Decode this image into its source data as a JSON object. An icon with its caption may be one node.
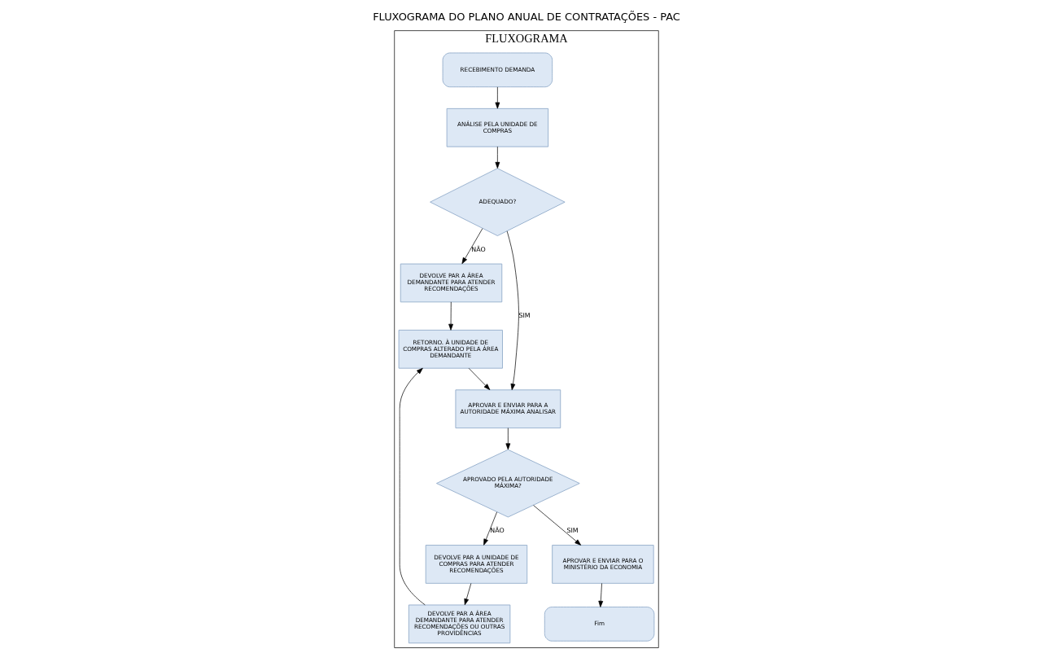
{
  "diagram": {
    "title": "FLUXOGRAMA DO PLANO ANUAL DE CONTRATAÇÕES - PAC",
    "nodes": [
      {
        "text": [
          "FLUXOGRAMA"
        ]
      },
      {
        "text": [
          "RECEBIMENTO DEMANDA"
        ],
        "in": 0
      },
      {
        "text": [
          "ANÁLISE PELA UNIDADE DE COMPRAS"
        ],
        "in": 0
      },
      {
        "text": [
          "ADEQUADO?"
        ],
        "in": 0
      },
      {
        "text": [
          "DEVOLVE PAR A ÁREA DEMANDANTE PARA ATENDER RECOMENDAÇÕES"
        ],
        "in": 0
      },
      {
        "text": [
          "RETORNO. À UNIDADE DE COMPRAS ALTERADO PELA ÁREA DEMANDANTE"
        ],
        "in": 0
      },
      {
        "text": [
          "APROVAR E ENVIAR PARA A AUTORIDADE MÁXIMA ANALISAR"
        ],
        "in": 0
      },
      {
        "text": [
          "APROVADO PELA AUTORIDADE MÁXIMA?"
        ],
        "in": 0
      },
      {
        "text": [
          "DEVOLVE PAR A UNIDADE DE COMPRAS PARA ATENDER RECOMENDAÇÕES"
        ],
        "in": 0
      },
      {
        "text": [
          "DEVOLVE PAR A ÁREA DEMANDANTE PARA ATENDER RECOMENDAÇÕES OU OUTRAS PROVIDÊNCIAS"
        ],
        "in": 0
      },
      {
        "text": [
          "APROVAR E ENVIAR PARA O MINISTÉRIO DA ECONOMIA"
        ],
        "in": 0
      },
      {
        "text": [
          "Fim"
        ],
        "in": 0
      }
    ],
    "edges": [
      {
        "from": 1,
        "to": 2,
        "arrow": "to"
      },
      {
        "from": 2,
        "to": 3,
        "arrow": "to"
      },
      {
        "from": 3,
        "to": 6,
        "arrow": "to",
        "label": "SIM"
      },
      {
        "from": 3,
        "to": 4,
        "arrow": "to",
        "label": "NÃO"
      },
      {
        "from": 4,
        "to": 5,
        "arrow": "to"
      },
      {
        "from": 5,
        "to": 6,
        "arrow": "to"
      },
      {
        "from": 6,
        "to": 7,
        "arrow": "to"
      },
      {
        "from": 7,
        "to": 8,
        "arrow": "to",
        "label": "NÃO"
      },
      {
        "from": 7,
        "to": 10,
        "arrow": "to",
        "label": "SIM"
      },
      {
        "from": 8,
        "to": 9,
        "arrow": "to"
      },
      {
        "from": 9,
        "to": 5,
        "arrow": "to"
      },
      {
        "from": 10,
        "to": 11,
        "arrow": "to"
      }
    ]
  }
}
